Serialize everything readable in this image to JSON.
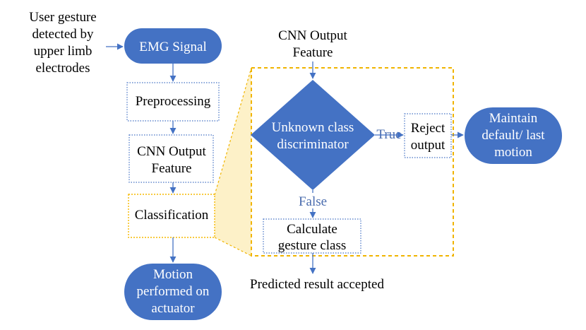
{
  "input_label": [
    "User gesture",
    "detected by",
    "upper limb",
    "electrodes"
  ],
  "left_flow": {
    "emg_signal": "EMG Signal",
    "preprocessing": "Preprocessing",
    "cnn_feature": [
      "CNN Output",
      "Feature"
    ],
    "classification": "Classification",
    "motion_performed": [
      "Motion",
      "performed on",
      "actuator"
    ]
  },
  "detail": {
    "cnn_feature_top": [
      "CNN Output",
      "Feature"
    ],
    "discriminator": [
      "Unknown class",
      "discriminator"
    ],
    "true_label": "True",
    "false_label": "False",
    "reject_output": [
      "Reject",
      "output"
    ],
    "maintain": [
      "Maintain",
      "default/ last",
      "motion"
    ],
    "calculate": [
      "Calculate",
      "gesture class"
    ],
    "result": "Predicted result accepted"
  },
  "colors": {
    "pill_fill": "#4472c4",
    "flow_arrow": "#4472c4",
    "branch_label": "#4a6cae",
    "highlight_frame": "#f0b400",
    "zoom_fill": "#fdf1c8"
  }
}
